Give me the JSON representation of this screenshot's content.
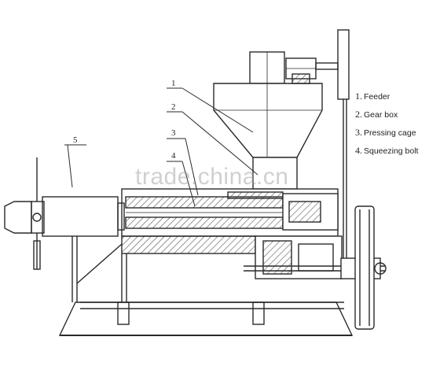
{
  "diagram": {
    "callouts": [
      "1",
      "2",
      "3",
      "4",
      "5"
    ],
    "legend": [
      {
        "num": "1.",
        "label": "Feeder"
      },
      {
        "num": "2.",
        "label": "Gear box"
      },
      {
        "num": "3.",
        "label": "Pressing cage"
      },
      {
        "num": "4.",
        "label": "Squeezing bolt"
      }
    ],
    "watermark": "trade.china.cn",
    "line_color": "#2a2a2a",
    "hatch_color": "#555555",
    "watermark_color": "#969696"
  }
}
